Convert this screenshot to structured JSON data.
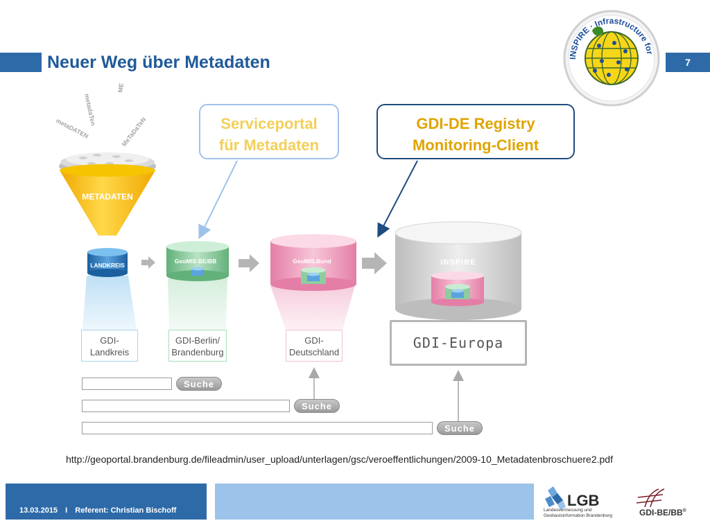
{
  "slide": {
    "title": "Neuer Weg über Metadaten",
    "page_number": "7"
  },
  "seal": {
    "text": "INSPIRE · Infrastructure for Spatial Information in Europe"
  },
  "funnel": {
    "floating_words": [
      "metaDATEN",
      "metadaTen",
      "METAdaten",
      "MeTaDaTeN"
    ],
    "label": "METADATEN"
  },
  "callouts": {
    "serviceportal": [
      "Serviceportal",
      "für Metadaten"
    ],
    "registry": [
      "GDI-DE Registry",
      "Monitoring-Client"
    ]
  },
  "cylinders": {
    "landkreis": "LANDKREIS",
    "geomis_bebb": "GeoMIS BE/BB",
    "geomis_bund": "GeoMIS.Bund",
    "inspire": "INSPIRE"
  },
  "levels": {
    "landkreis": [
      "GDI-",
      "Landkreis"
    ],
    "berlin": [
      "GDI-Berlin/",
      "Brandenburg"
    ],
    "deutschland": [
      "GDI-",
      "Deutschland"
    ],
    "europa": "GDI-Europa"
  },
  "search": {
    "button_label": "Suche"
  },
  "source_url": "http://geoportal.brandenburg.de/fileadmin/user_upload/unterlagen/gsc/veroeffentlichungen/2009-10_Metadatenbroschuere2.pdf",
  "footer": {
    "date": "13.03.2015",
    "separator": "I",
    "presenter": "Referent: Christian Bischoff"
  },
  "logos": {
    "lgb_name": "LGB",
    "lgb_sub": [
      "Landesvermessung und",
      "Geobasisinformation Brandenburg"
    ],
    "gdibebb": "GDI-BE/BB",
    "gdibebb_mark": "®"
  },
  "colors": {
    "brand_blue": "#2e6aa8",
    "title_blue": "#1f5a99",
    "funnel_yellow": "#f7c20c",
    "callout_gold": "#e0a400",
    "landkreis_blue": "#2d7ac2",
    "geomis_green": "#7fc696",
    "bund_pink": "#e98bb0",
    "inspire_gray": "#c9c9c9"
  }
}
